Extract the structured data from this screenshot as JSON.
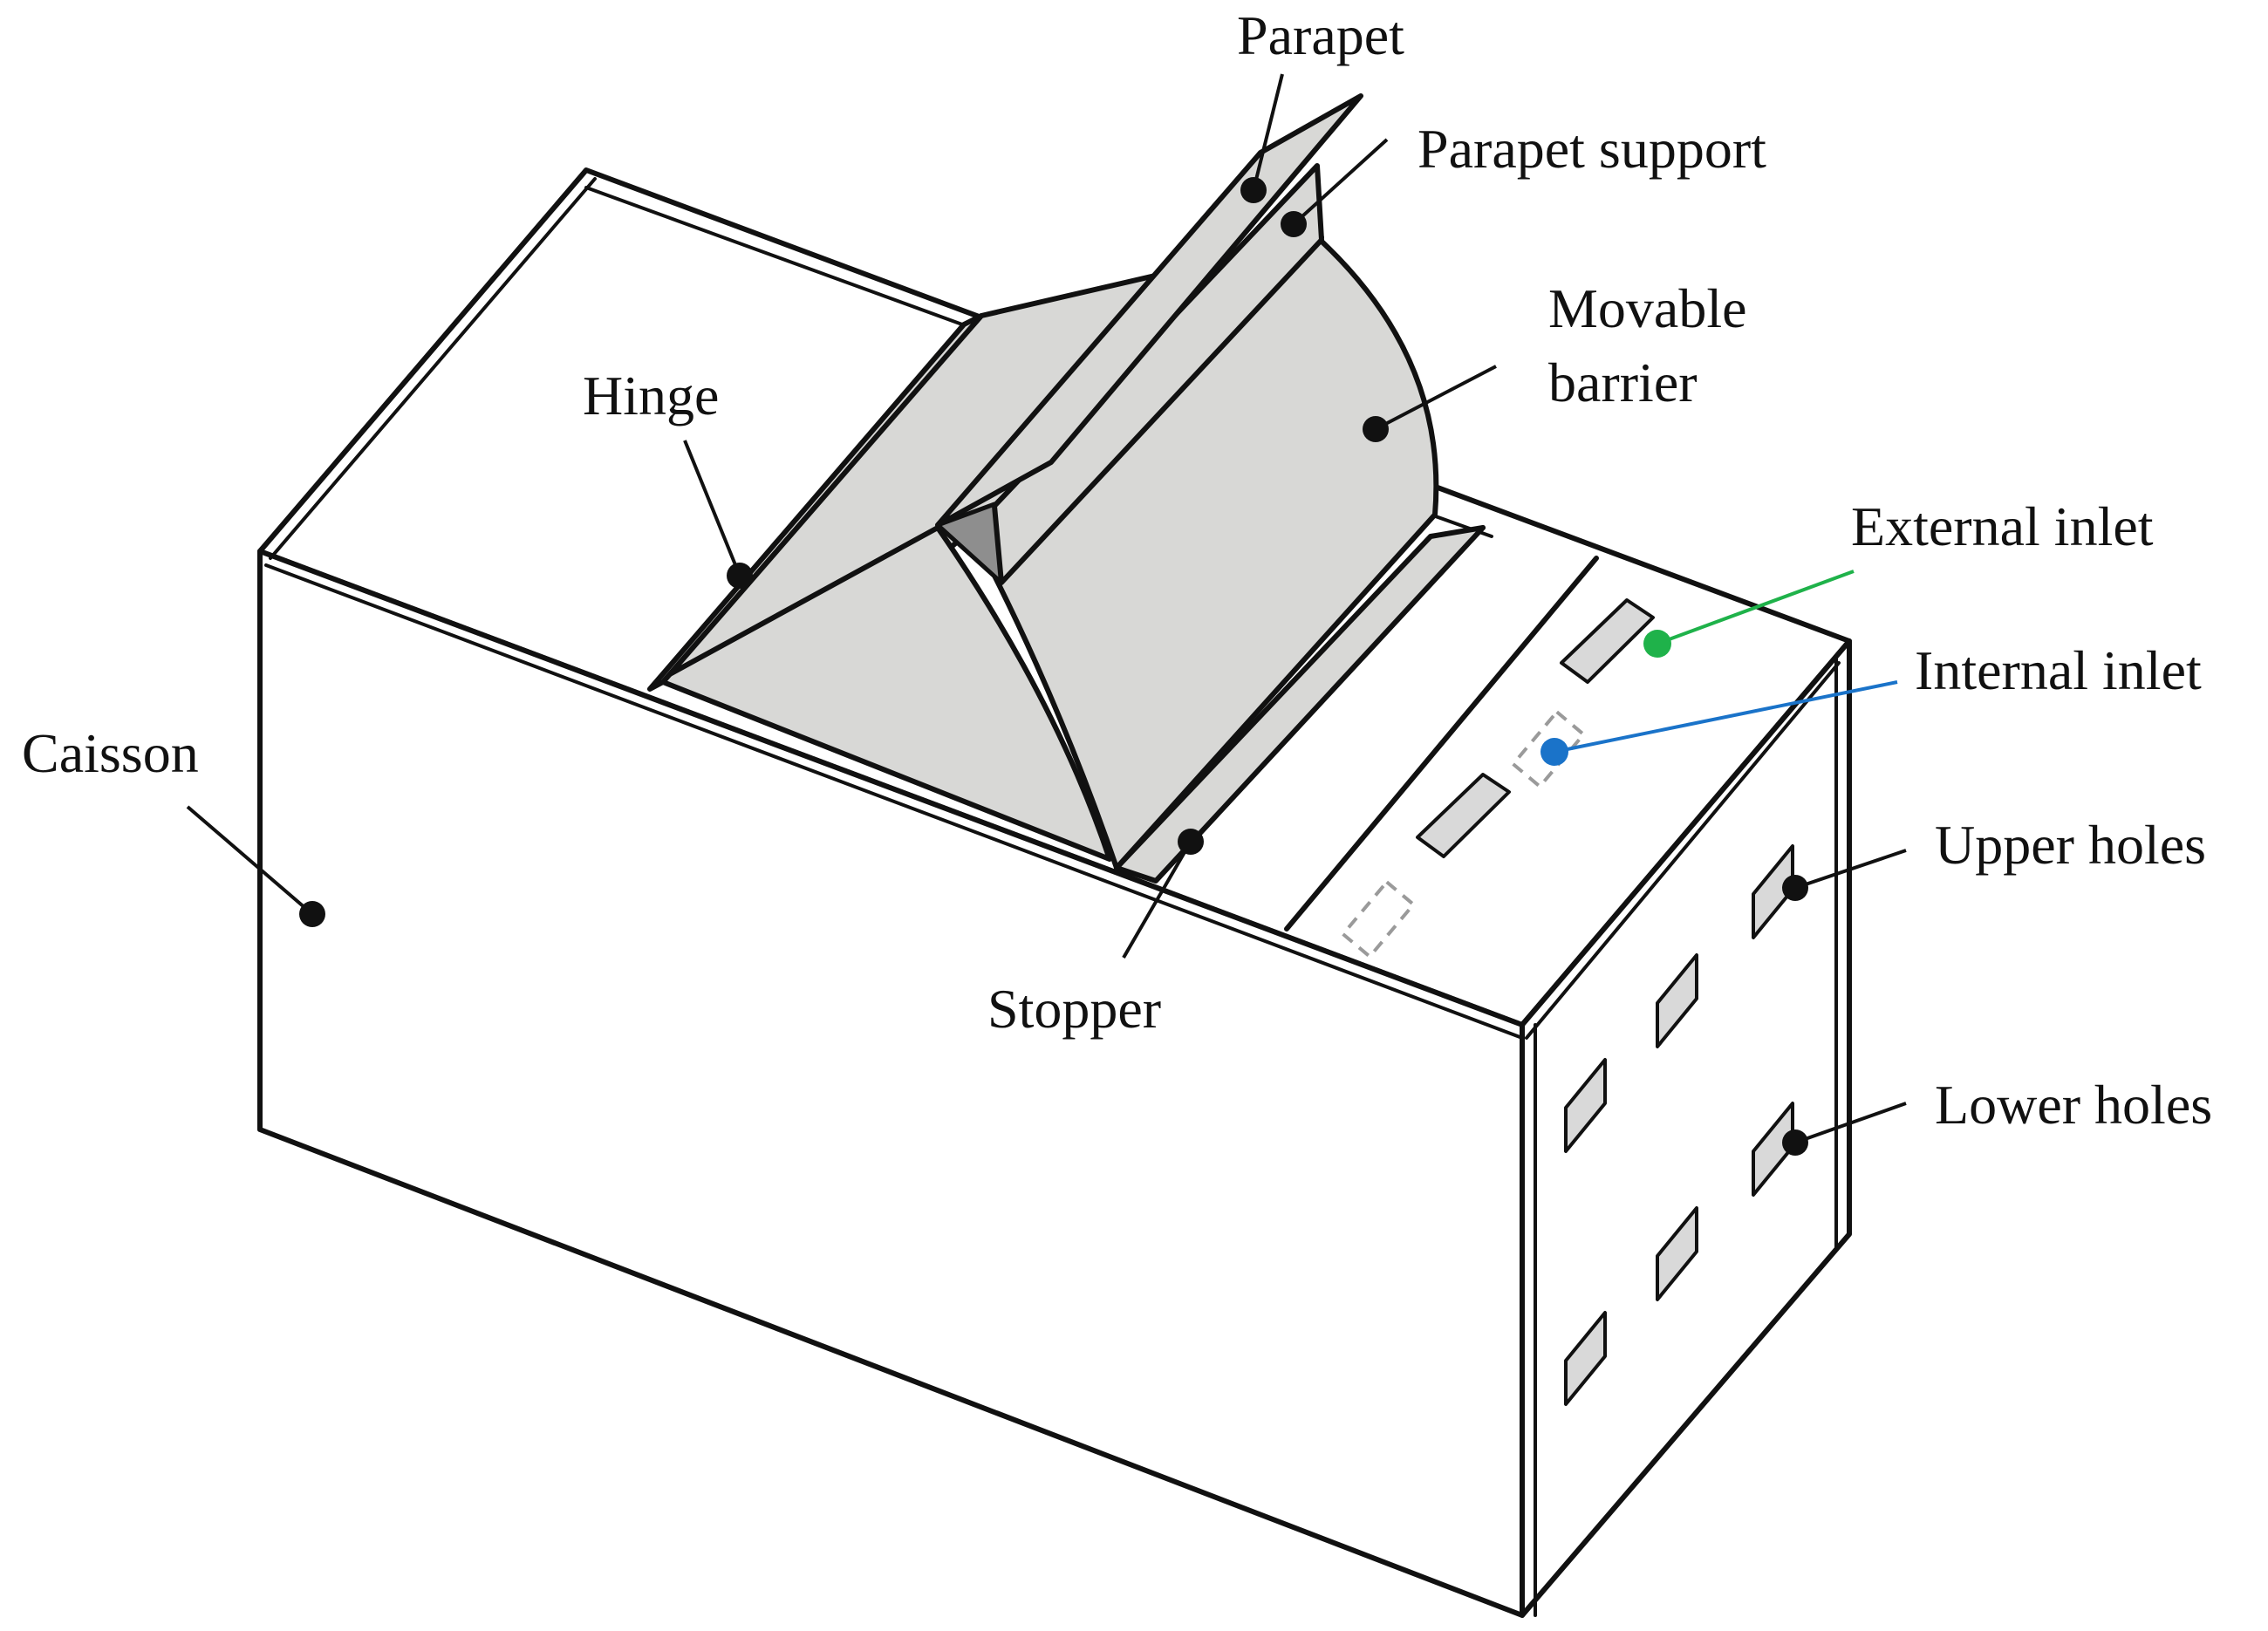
{
  "labels": {
    "parapet": "Parapet",
    "parapet_support": "Parapet support",
    "movable_barrier_line1": "Movable",
    "movable_barrier_line2": "barrier",
    "hinge": "Hinge",
    "external_inlet": "External inlet",
    "internal_inlet": "Internal inlet",
    "caisson": "Caisson",
    "upper_holes": "Upper holes",
    "stopper": "Stopper",
    "lower_holes": "Lower holes"
  },
  "colors": {
    "outline": "#111111",
    "barrier_fill": "#d8d8d6",
    "external_inlet_leader": "#1fb24a",
    "internal_inlet_leader": "#1a73c9",
    "background": "#ffffff"
  }
}
